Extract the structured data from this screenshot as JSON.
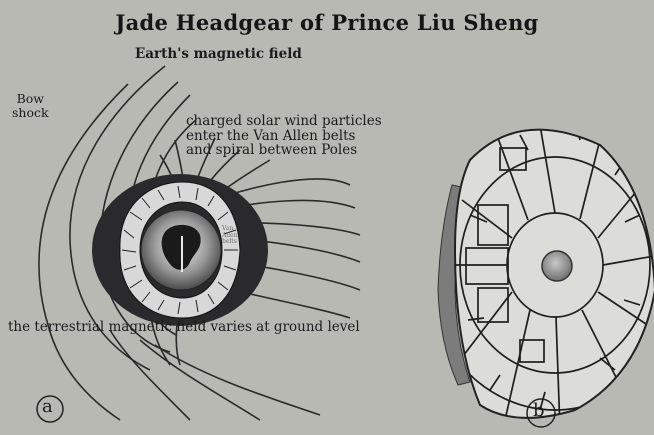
{
  "title": "Jade Headgear of Prince Liu Sheng",
  "panel_a": {
    "heading": "Earth's magnetic field",
    "bow_shock_label": "Bow\nshock",
    "solar_wind_label": "charged solar wind particles\nenter the Van Allen belts\nand spiral between Poles",
    "ground_label": "the terrestrial magnetic field varies at ground level",
    "belt_tag": "Van\nAllen\nbelts",
    "panel_letter": "a"
  },
  "panel_b": {
    "panel_letter": "b"
  },
  "colors": {
    "background": "#b9b9b4",
    "ink": "#1b1b1b",
    "belt_dark": "#2a2a2c",
    "jade_face": "#dcdcd8",
    "center_disk": "#8f8f8f"
  }
}
